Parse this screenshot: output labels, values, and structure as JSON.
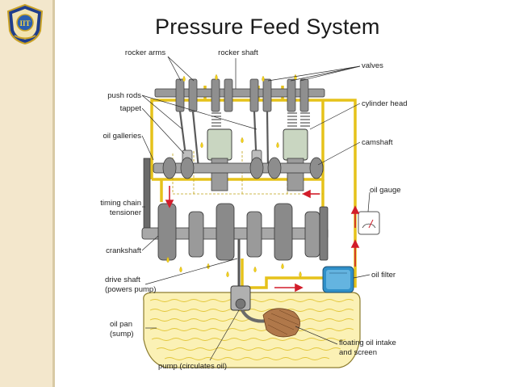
{
  "slide": {
    "title": "Pressure Feed System",
    "logo_icon": "college-crest-logo"
  },
  "labels": {
    "rocker_arms": "rocker arms",
    "rocker_shaft": "rocker shaft",
    "valves": "valves",
    "push_rods": "push rods",
    "tappet": "tappet",
    "cylinder_head": "cylinder head",
    "oil_galleries": "oil galleries",
    "camshaft": "camshaft",
    "oil_gauge": "oil gauge",
    "timing_chain_1": "timing chain",
    "timing_chain_2": "tensioner",
    "crankshaft": "crankshaft",
    "oil_filter": "oil filter",
    "drive_shaft_1": "drive shaft",
    "drive_shaft_2": "(powers pump)",
    "oil_pan_1": "oil pan",
    "oil_pan_2": "(sump)",
    "floating_1": "floating oil intake",
    "floating_2": "and screen",
    "pump": "pump (circulates oil)"
  },
  "colors": {
    "oil": "#f3d21a",
    "oil_line": "#e6c21a",
    "pan": "#fbf1b5",
    "metal": "#8c8c8c",
    "metal_dark": "#4a4a4a",
    "filter": "#2f90c9",
    "flow_arrow": "#d21d2a",
    "strip": "#f3e7cc"
  }
}
